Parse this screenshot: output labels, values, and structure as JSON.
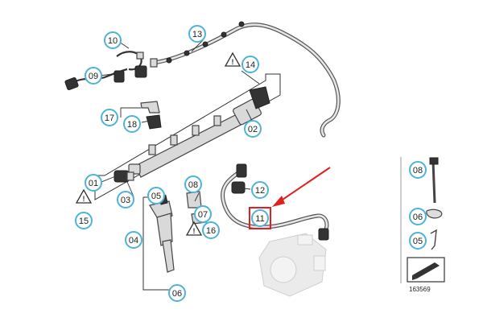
{
  "callouts": {
    "c01": "01",
    "c02": "02",
    "c03": "03",
    "c04": "04",
    "c05": "05",
    "c06": "06",
    "c07": "07",
    "c08": "08",
    "c09": "09",
    "c10": "10",
    "c11": "11",
    "c12": "12",
    "c13": "13",
    "c14": "14",
    "c15": "15",
    "c16": "16",
    "c17": "17",
    "c18": "18",
    "s08": "08",
    "s06": "06",
    "s05": "05"
  },
  "reference_number": "163569",
  "colors": {
    "callout_border": "#4fb3d9",
    "highlight_box": "#e02020",
    "arrow": "#e02020"
  },
  "icons": [
    "warning-icon",
    "wrench-icon"
  ]
}
